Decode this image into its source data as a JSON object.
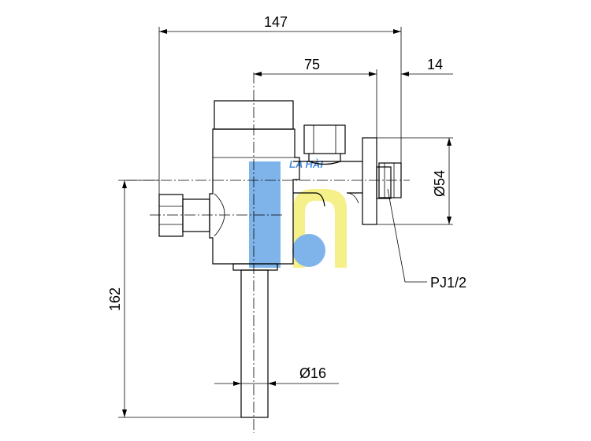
{
  "dimensions": {
    "overall_width": "147",
    "center_to_flange": "75",
    "flange_offset": "14",
    "flange_diameter": "Ø54",
    "height": "162",
    "pipe_diameter": "Ø16",
    "thread": "PJ1/2"
  },
  "watermark": {
    "text": "LA HÀI",
    "colors": {
      "blue": "#7fb4ea",
      "yellow": "#f5f08a"
    }
  }
}
